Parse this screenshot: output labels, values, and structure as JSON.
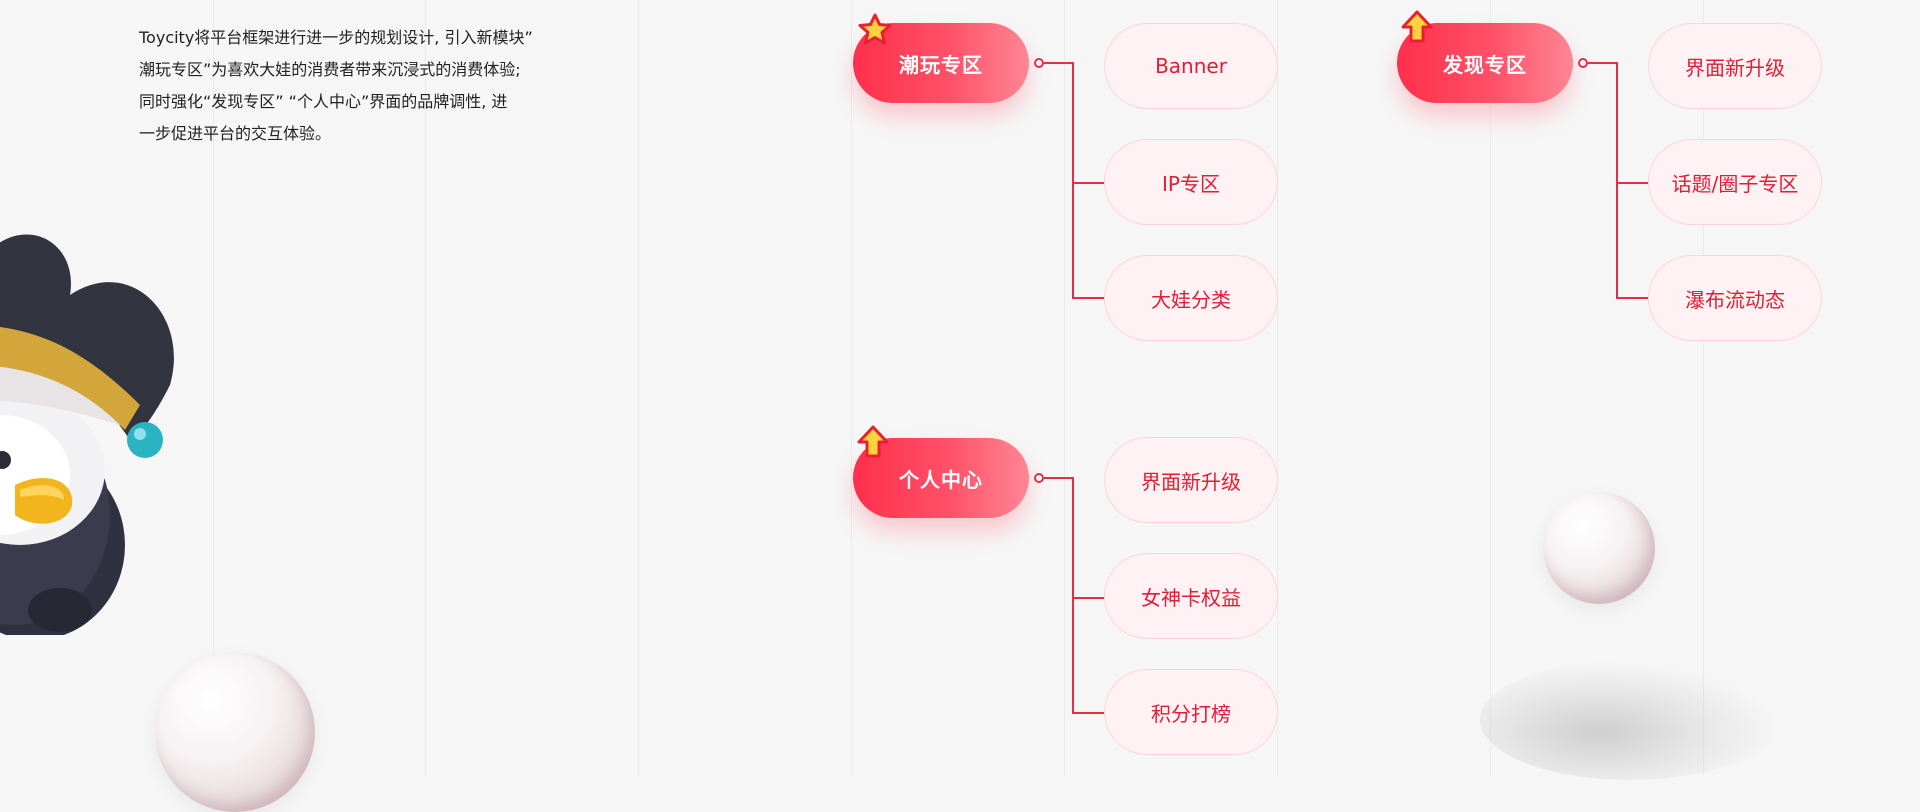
{
  "intro": {
    "lines": [
      "Toycity将平台框架进行进一步的规划设计, 引入新模块”",
      "潮玩专区”为喜欢大娃的消费者带来沉浸式的消费体验;",
      "同时强化“发现专区” “个人中心”界面的品牌调性, 进",
      "一步促进平台的交互体验。"
    ]
  },
  "diagram": {
    "groups": [
      {
        "title": "潮玩专区",
        "badge_icon": "star-badge-icon",
        "items": [
          "Banner",
          "IP专区",
          "大娃分类"
        ]
      },
      {
        "title": "个人中心",
        "badge_icon": "arrow-up-badge-icon",
        "items": [
          "界面新升级",
          "女神卡权益",
          "积分打榜"
        ]
      },
      {
        "title": "发现专区",
        "badge_icon": "arrow-up-badge-icon",
        "items": [
          "界面新升级",
          "话题/圈子专区",
          "瀑布流动态"
        ]
      }
    ]
  },
  "colors": {
    "accent": "#ff2f4c",
    "sub_text": "#e41c35",
    "sub_fill": "#fff2f4",
    "connector": "#e62e44"
  }
}
